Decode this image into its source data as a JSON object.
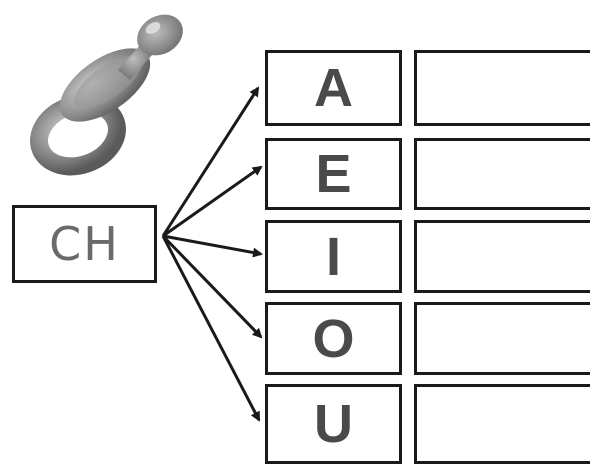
{
  "source_syllable": "CH",
  "vowels": [
    "A",
    "E",
    "I",
    "O",
    "U"
  ],
  "pacifier_icon": "pacifier-icon",
  "colors": {
    "box_border": "#1a1a1a",
    "source_text": "#6a6a6a",
    "vowel_text": "#4a4a4a",
    "arrow": "#1a1a1a",
    "pacifier_body": "#8c8c8c",
    "pacifier_shade": "#5e5e5e",
    "pacifier_highlight": "#c8c8c8"
  }
}
